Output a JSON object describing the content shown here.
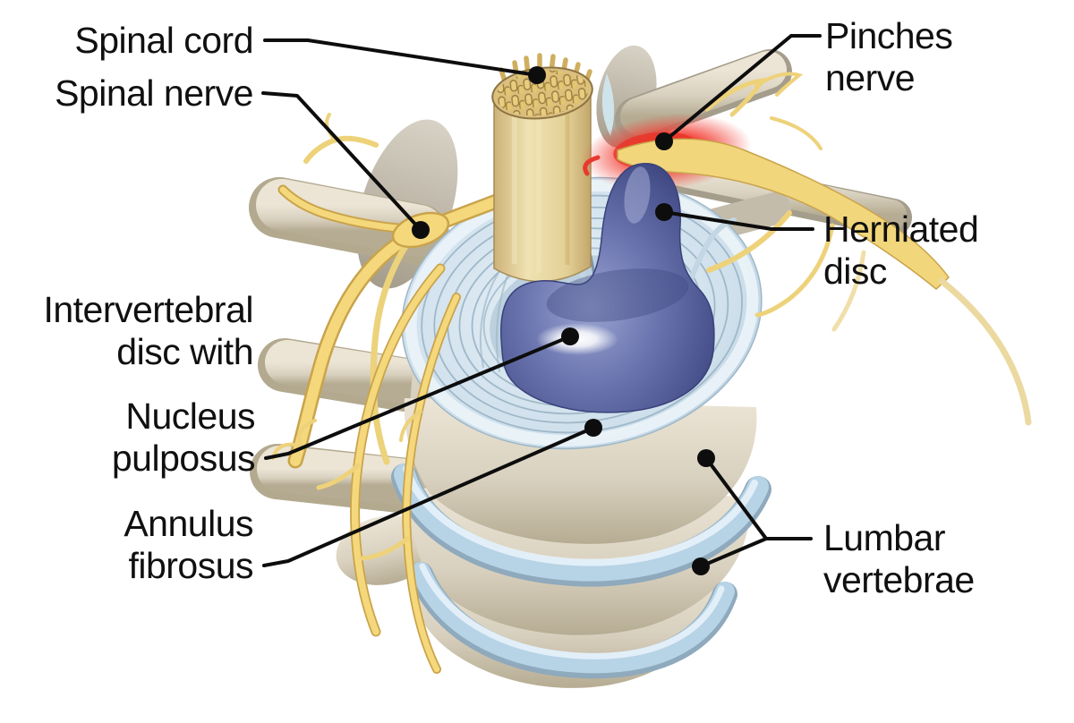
{
  "figure": {
    "kind": "anatomical illustration",
    "subject": "lumbar spine segment with herniated intervertebral disc pressing on a spinal nerve"
  },
  "labels": {
    "spinal_cord": {
      "line1": "Spinal cord"
    },
    "spinal_nerve": {
      "line1": "Spinal nerve"
    },
    "intervertebral_disc": {
      "line1": "Intervertebral",
      "line2": "disc with"
    },
    "nucleus_pulposus": {
      "line1": "Nucleus",
      "line2": "pulposus"
    },
    "annulus_fibrosus": {
      "line1": "Annulus",
      "line2": "fibrosus"
    },
    "pinches_nerve": {
      "line1": "Pinches",
      "line2": "nerve"
    },
    "herniated_disc": {
      "line1": "Herniated",
      "line2": "disc"
    },
    "lumbar_vertebrae": {
      "line1": "Lumbar",
      "line2": "vertebrae"
    }
  },
  "colors": {
    "background": "#ffffff",
    "label_text": "#101010",
    "leader_black": "#0d0d0d",
    "bone": "#ddd5c4",
    "bone_shadow": "#b3a98f",
    "nerve_yellow": "#f5d87c",
    "nerve_outline": "#c9a34b",
    "cord_tan": "#e8d7a4",
    "cord_fiber": "#e9cd7e",
    "disc_blue": "#cfe0ec",
    "disc_ring": "#9fb8c8",
    "disc_rim": "#b7d3e6",
    "nucleus_blue": "#6a74ae",
    "nucleus_dark": "#39417a",
    "pinch_red": "#f23c32"
  }
}
